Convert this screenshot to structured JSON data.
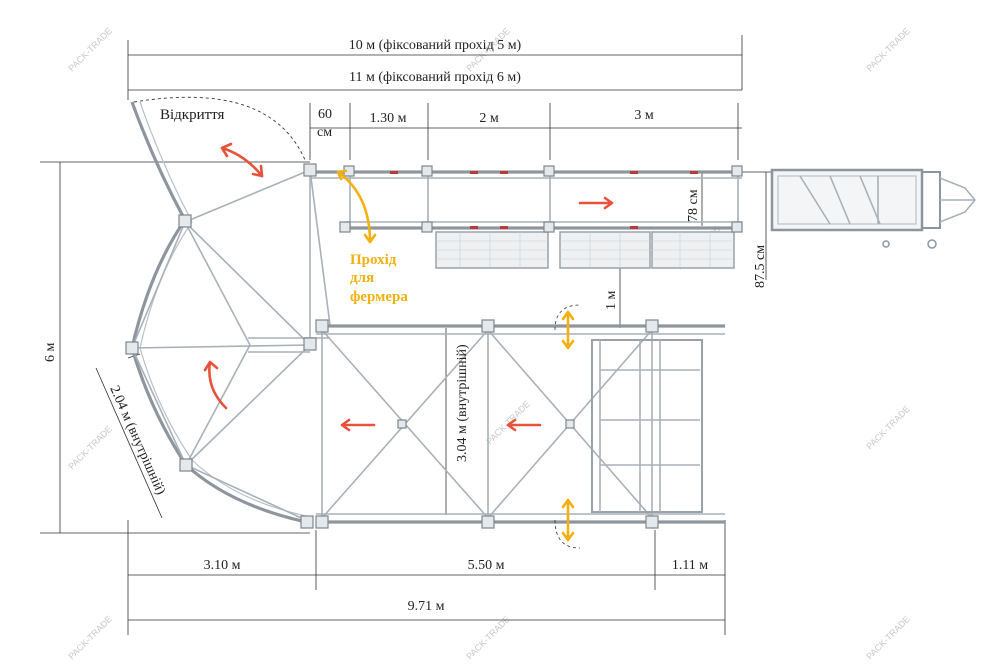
{
  "dimensions": {
    "top_total_fixed5": "10 м (фіксований прохід 5 м)",
    "top_total_fixed6": "11 м (фіксований прохід 6 м)",
    "gate_60": "60",
    "gate_cm": "см",
    "seg_130": "1.30 м",
    "seg_2": "2  м",
    "seg_3": "3 м",
    "width_78": "78 см",
    "width_875": "87.5 см",
    "gap_1": "1 м",
    "height_6": "6 м",
    "diag_204": "2.04 м (внутрішній)",
    "inner_304": "3.04 м (внутрішній)",
    "bottom_310": "3.10 м",
    "bottom_550": "5.50 м",
    "bottom_111": "1.11 м",
    "bottom_971": "9.71 м"
  },
  "labels": {
    "opening": "Відкриття",
    "farmer_line1": "Прохід",
    "farmer_line2": "для",
    "farmer_line3": "фермера"
  },
  "watermark": {
    "text": "PACK-TRADE"
  },
  "colors": {
    "arrow_red": "#e8523b",
    "arrow_yellow": "#f2b111",
    "frame": "#a9b1b8"
  }
}
